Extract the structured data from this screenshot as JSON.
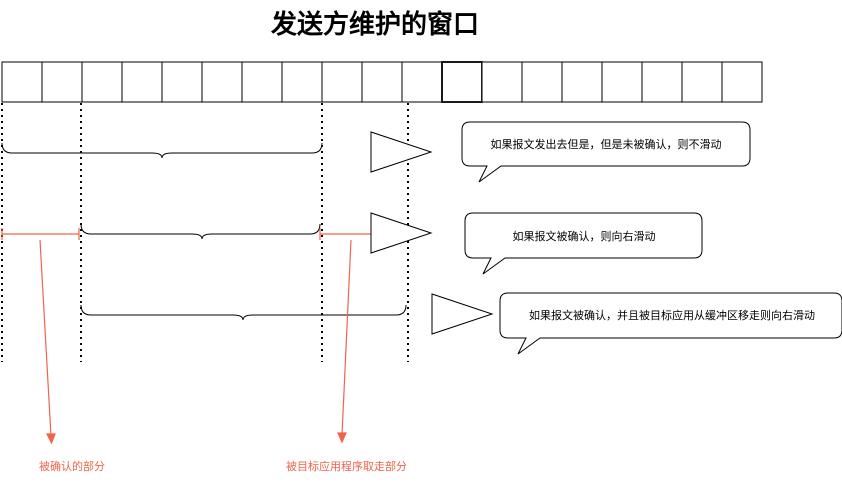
{
  "title": "发送方维护的窗口",
  "buffer": {
    "cells": 19
  },
  "callouts": {
    "not_acked": "如果报文发出去但是，但是未被确认，则不滑动",
    "acked": "如果报文被确认，则向右滑动",
    "acked_taken": "如果报文被确认，并且被目标应用从缓冲区移走则向右滑动"
  },
  "labels": {
    "confirmed_part": "被确认的部分",
    "taken_part": "被目标应用程序取走部分"
  },
  "colors": {
    "red": "#f0644b",
    "line": "#000000"
  }
}
